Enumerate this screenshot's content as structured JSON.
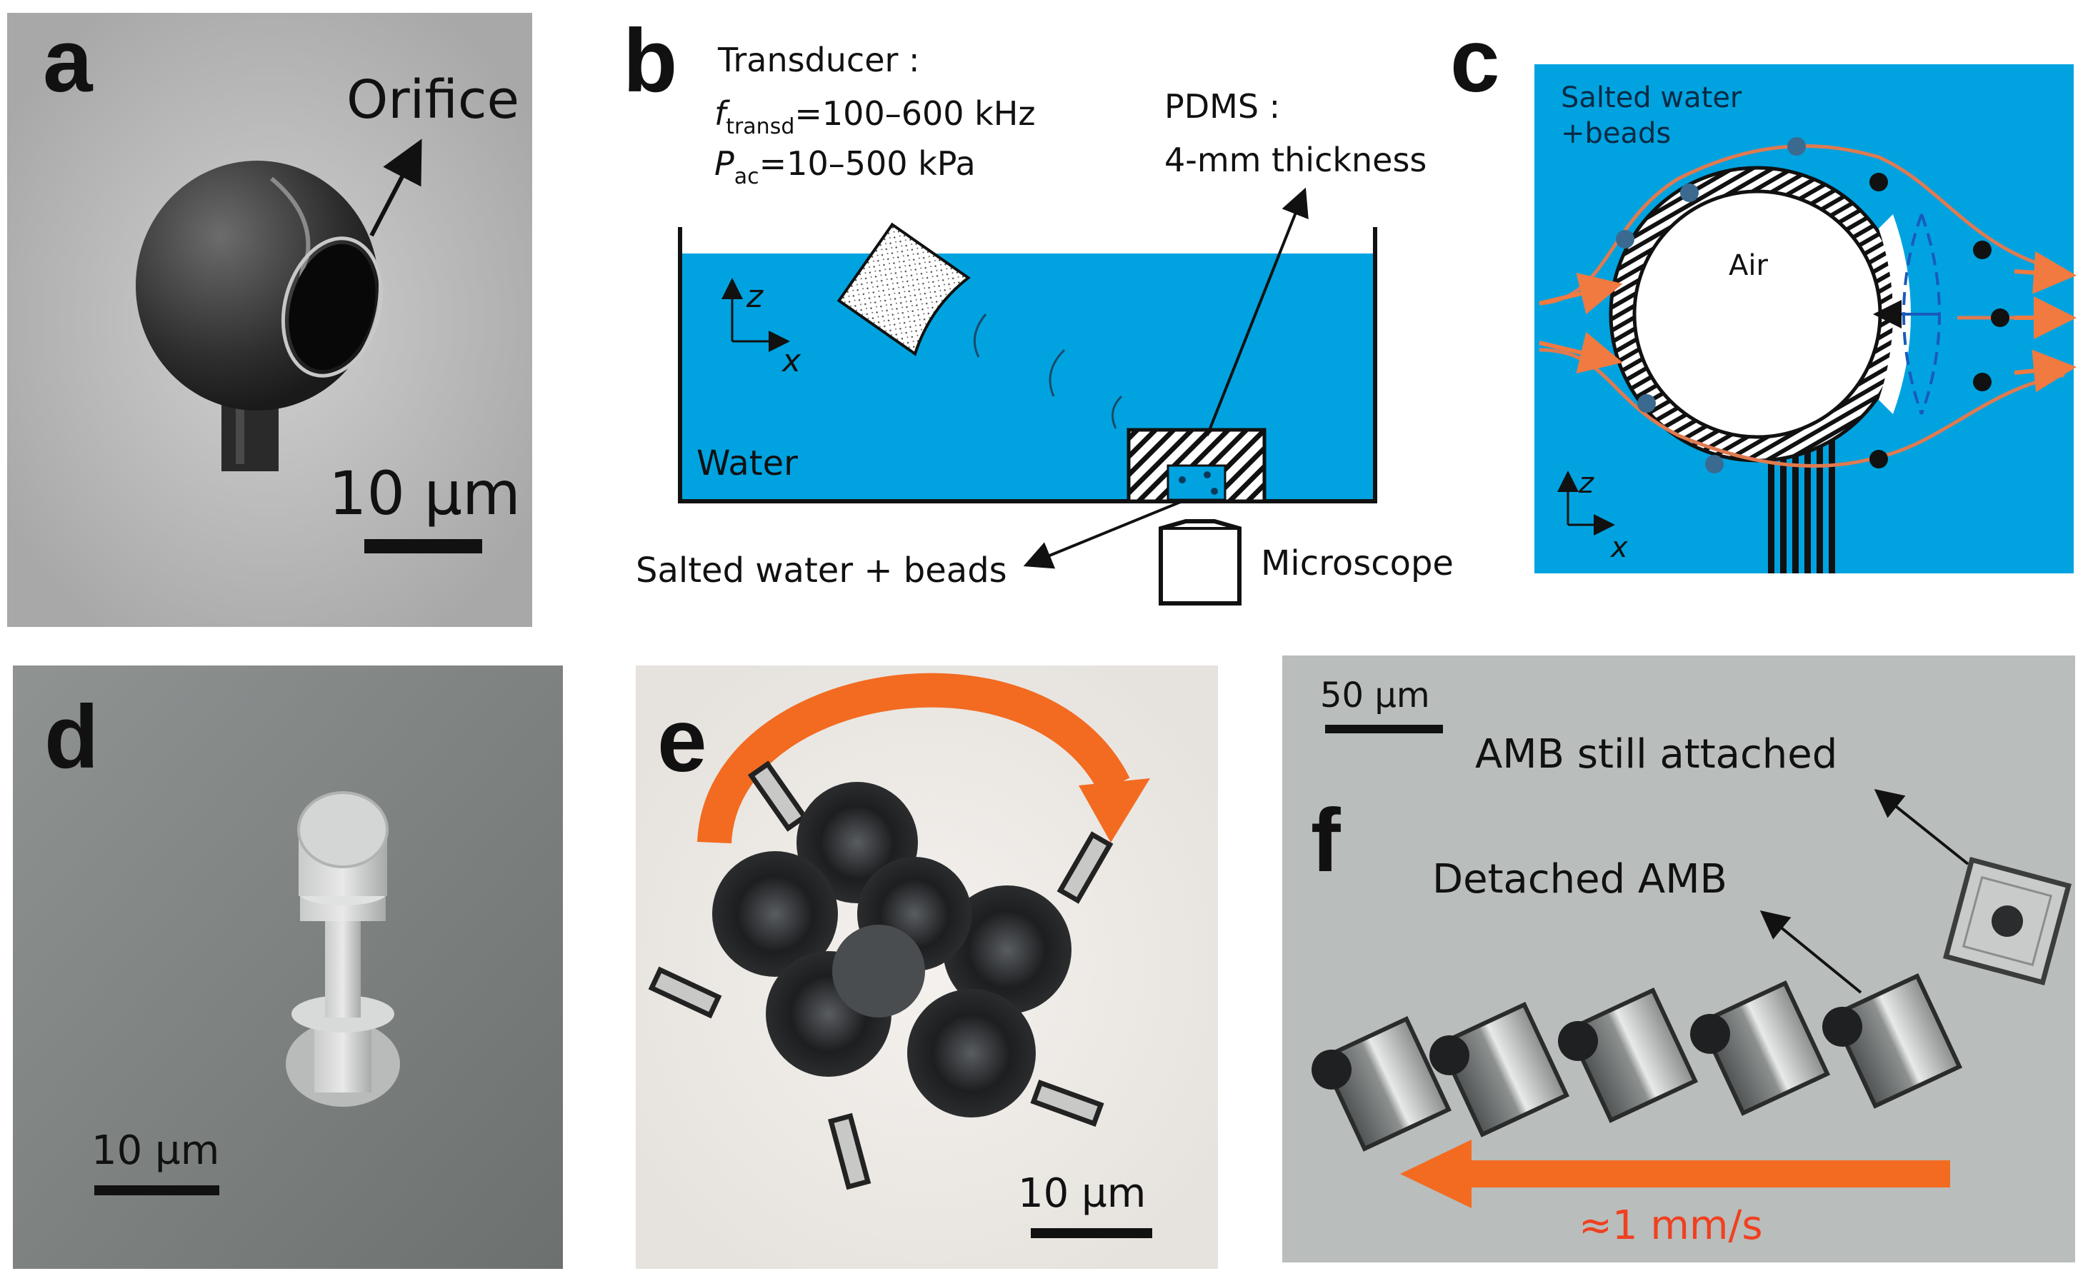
{
  "panels": {
    "a": {
      "letter": "a",
      "annotation": "Orifice",
      "scale_bar": "10 µm"
    },
    "b": {
      "letter": "b",
      "transducer_title": "Transducer :",
      "f_symbol": "f",
      "f_sub": "transd",
      "f_value": "=100–600 kHz",
      "p_symbol": "P",
      "p_sub": "ac",
      "p_value": "=10–500 kPa",
      "pdms_title": "PDMS :",
      "pdms_thickness": "4-mm thickness",
      "axis_z": "z",
      "axis_x": "x",
      "water_label": "Water",
      "sample_label": "Salted water + beads",
      "microscope_label": "Microscope"
    },
    "c": {
      "letter": "c",
      "medium_line1": "Salted water",
      "medium_line2": "+beads",
      "air_label": "Air",
      "axis_z": "z",
      "axis_x": "x"
    },
    "d": {
      "letter": "d",
      "scale_bar": "10 µm"
    },
    "e": {
      "letter": "e",
      "scale_bar": "10 µm"
    },
    "f": {
      "letter": "f",
      "scale_bar": "50 µm",
      "attached_label": "AMB still attached",
      "detached_label": "Detached AMB",
      "speed_label": "≈1 mm/s"
    }
  },
  "colors": {
    "water_blue": "#00a3e0",
    "arrow_orange": "#f26b21",
    "streamline": "#e07a50",
    "speed_text": "#f04020",
    "sem_gray": "#9a9a9a",
    "micro_bg": "#b9bdbb"
  }
}
